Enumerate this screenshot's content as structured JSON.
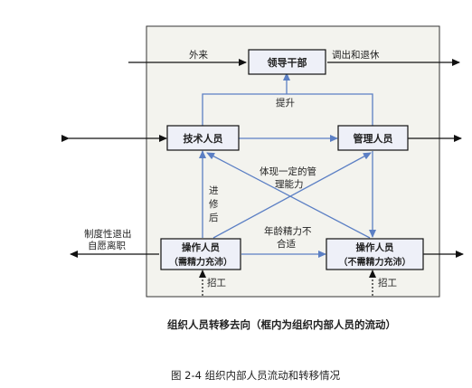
{
  "nodes": {
    "leader": "领导干部",
    "tech": "技术人员",
    "mgmt": "管理人员",
    "op_left_1": "操作人员",
    "op_left_2": "（需精力充沛）",
    "op_right_1": "操作人员",
    "op_right_2": "（不需精力充沛）"
  },
  "labels": {
    "external": "外来",
    "transfer_out": "调出和退休",
    "promote": "提升",
    "mgmt_ability_1": "体现一定的管",
    "mgmt_ability_2": "理能力",
    "further_study_1": "进",
    "further_study_2": "修",
    "further_study_3": "后",
    "age_1": "年龄精力不",
    "age_2": "合适",
    "institutional_exit_1": "制度性退出",
    "institutional_exit_2": "自愿离职",
    "hire_left": "招工",
    "hire_right": "招工"
  },
  "caption": {
    "diagram_title": "组织人员转移去向（框内为组织内部人员的流动）",
    "figure_title": "图 2-4  组织内部人员流动和转移情况"
  },
  "colors": {
    "box_fill": "#eef0f8",
    "frame_fill": "#f3f3ee",
    "blue_arrow": "#5b7fc4",
    "dark": "#111111"
  }
}
